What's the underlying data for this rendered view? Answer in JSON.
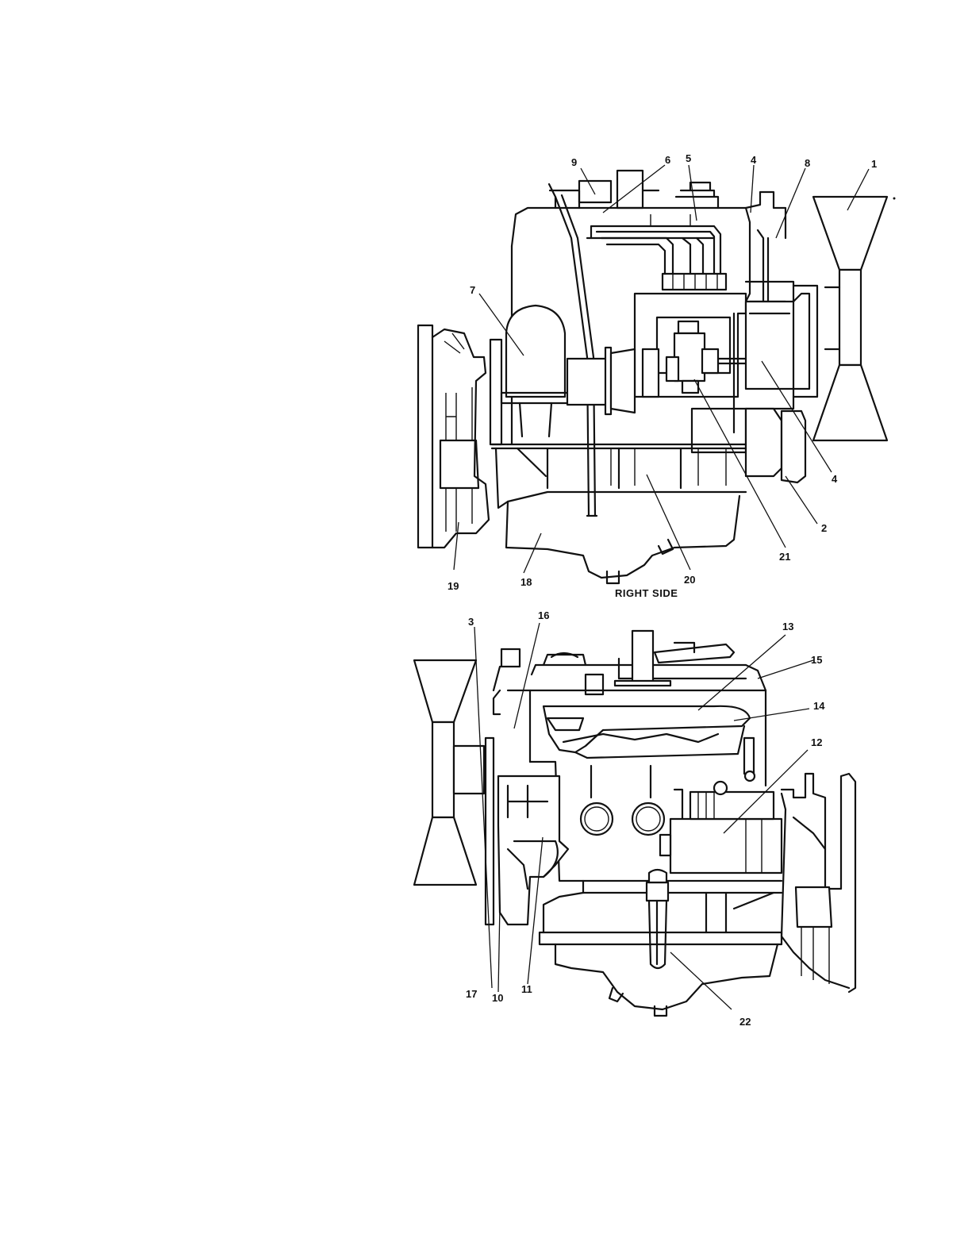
{
  "views": [
    {
      "caption": "RIGHT SIDE",
      "callouts": [
        "9",
        "6",
        "5",
        "4",
        "8",
        "1",
        "7",
        "4",
        "2",
        "21",
        "20",
        "18",
        "19"
      ]
    },
    {
      "caption": "",
      "callouts": [
        "3",
        "16",
        "13",
        "15",
        "14",
        "12",
        "17",
        "10",
        "11",
        "22"
      ]
    }
  ]
}
